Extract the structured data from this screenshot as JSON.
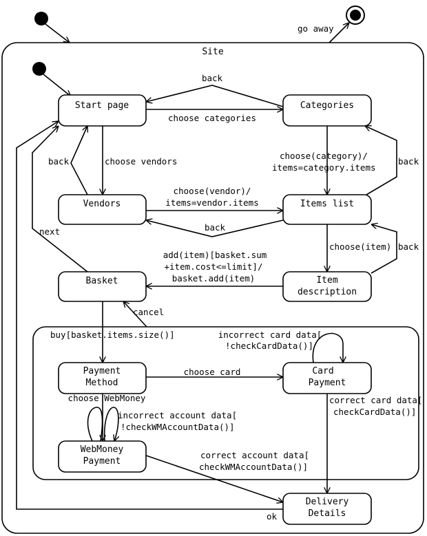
{
  "diagram": {
    "superstate": {
      "title": "Site"
    },
    "final_transition": {
      "label": "go away"
    },
    "states": {
      "start_page": "Start page",
      "categories": "Categories",
      "vendors": "Vendors",
      "items_list": "Items list",
      "item_description": [
        "Item",
        "description"
      ],
      "basket": "Basket",
      "payment_method": [
        "Payment",
        "Method"
      ],
      "card_payment": [
        "Card",
        "Payment"
      ],
      "webmoney_payment": [
        "WebMoney",
        "Payment"
      ],
      "delivery_details": [
        "Delivery",
        "Details"
      ]
    },
    "transitions": {
      "back_categories_start": "back",
      "choose_categories": "choose categories",
      "back_vendors_start": "back",
      "choose_vendors": "choose vendors",
      "choose_category": [
        "choose(category)/",
        "items=category.items"
      ],
      "back_items_categories": "back",
      "choose_vendor": [
        "choose(vendor)/",
        "items=vendor.items"
      ],
      "back_items_vendors": "back",
      "choose_item": "choose(item)",
      "back_description_items": "back",
      "add_item": [
        "add(item)[basket.sum",
        "+item.cost<=limit]/",
        "basket.add(item)"
      ],
      "next": "next",
      "cancel": "cancel",
      "buy": "buy[basket.items.size()]",
      "choose_card": "choose card",
      "incorrect_card": [
        "incorrect card data[",
        "!checkCardData()]"
      ],
      "choose_webmoney": "choose WebMoney",
      "incorrect_account": [
        "incorrect account data[",
        "!checkWMAccountData()]"
      ],
      "correct_card": [
        "correct card data[",
        "checkCardData()]"
      ],
      "correct_account": [
        "correct account data[",
        "checkWMAccountData()]"
      ],
      "ok": "ok"
    }
  }
}
